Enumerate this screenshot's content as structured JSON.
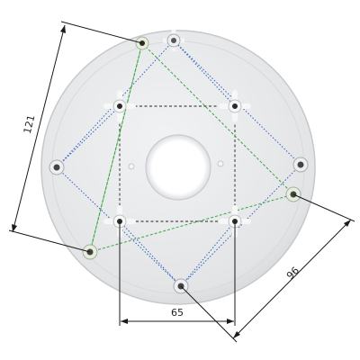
{
  "dimensions": {
    "horizontal_label": "65",
    "diagonal_label": "96",
    "left_label": "121"
  },
  "colors": {
    "plate_fill": "#e6e7e9",
    "plate_edge": "#c9cbce",
    "dim_line": "#1a1a1a",
    "blue_dotted": "#2f5fbf",
    "green_dashed": "#3aa544",
    "black_dashed": "#222222"
  },
  "icons": {
    "bolt": "mounting-bolt-icon",
    "boss": "screw-boss-icon"
  }
}
